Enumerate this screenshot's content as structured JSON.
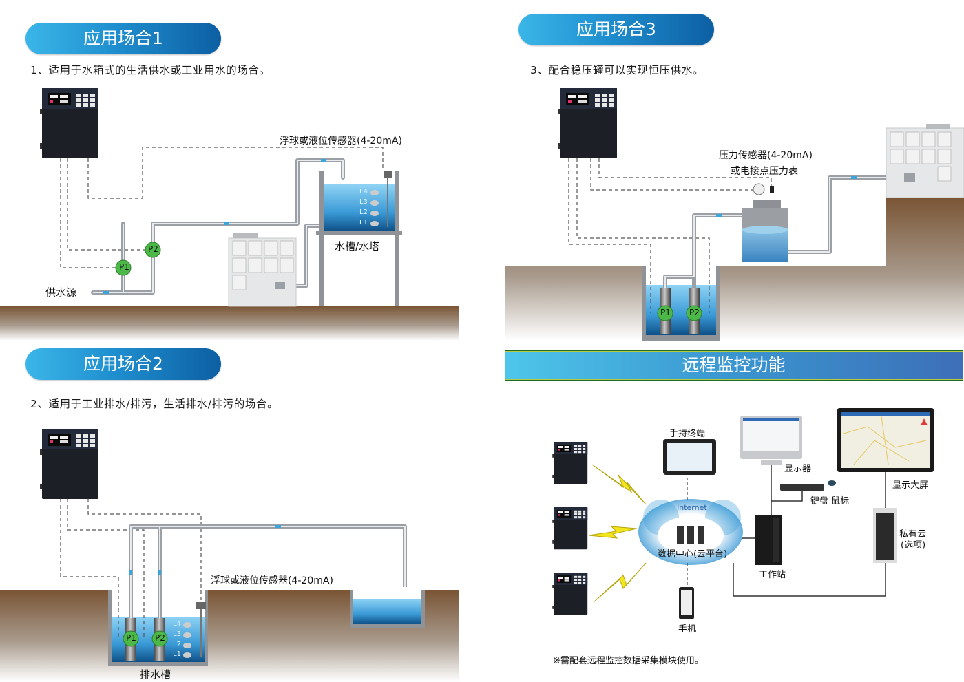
{
  "section1": {
    "title": "应用场合1",
    "description": "1、适用于水箱式的生活供水或工业用水的场合。",
    "labels": {
      "sensor": "浮球或液位传感器(4-20mA)",
      "tank": "水槽/水塔",
      "source": "供水源"
    },
    "pumps": [
      "P1",
      "P2"
    ],
    "levels": [
      "L4",
      "L3",
      "L2",
      "L1"
    ]
  },
  "section2": {
    "title": "应用场合2",
    "description": "2、适用于工业排水/排污，生活排水/排污的场合。",
    "labels": {
      "sensor": "浮球或液位传感器(4-20mA)",
      "sump": "排水槽"
    },
    "pumps": [
      "P1",
      "P2"
    ],
    "levels": [
      "L4",
      "L3",
      "L2",
      "L1"
    ]
  },
  "section3": {
    "title": "应用场合3",
    "description": "3、配合稳压罐可以实现恒压供水。",
    "labels": {
      "sensor_line1": "压力传感器(4-20mA)",
      "sensor_line2": "或电接点压力表"
    },
    "pumps": [
      "P1",
      "P2"
    ]
  },
  "remote": {
    "title": "远程监控功能",
    "labels": {
      "handheld": "手持终端",
      "internet": "Internet",
      "datacenter": "数据中心(云平台)",
      "monitor": "显示器",
      "keyboard_mouse": "键盘 鼠标",
      "workstation": "工作站",
      "big_screen": "显示大屏",
      "private_cloud_1": "私有云",
      "private_cloud_2": "(选项)",
      "phone": "手机"
    },
    "note": "※需配套远程监控数据采集模块使用。"
  },
  "colors": {
    "pill_start": "#3bb6e8",
    "pill_end": "#0d5fa3",
    "pump_green": "#4cb848",
    "soil_brown": "#7a5535",
    "water_blue": "#3a9ad6",
    "pipe_gray": "#9aa0a6",
    "controller_dark": "#1c1f26",
    "bolt_yellow": "#f3e51c"
  }
}
